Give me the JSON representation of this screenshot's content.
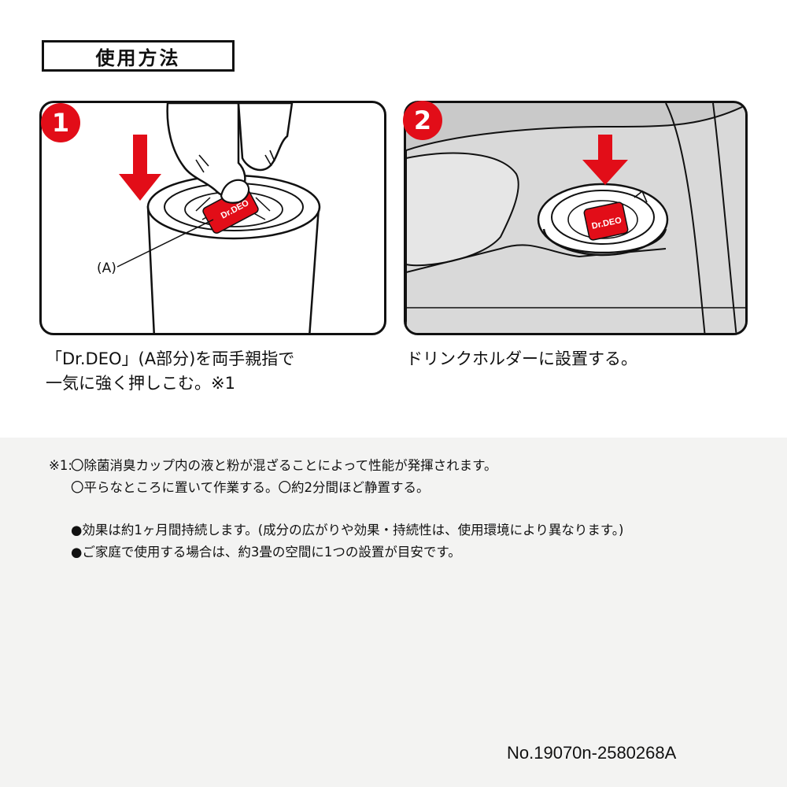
{
  "page": {
    "title": "使用方法",
    "steps": [
      {
        "number": "1",
        "caption_line1": "「Dr.DEO」(A部分)を両手親指で",
        "caption_line2": "一気に強く押しこむ。※1",
        "callout": "(A)",
        "product_label": "Dr.DEO"
      },
      {
        "number": "2",
        "caption_line1": "ドリンクホルダーに設置する。",
        "product_label": "Dr.DEO"
      }
    ],
    "notes": {
      "note1_prefix": "※1:",
      "note1_line1": "〇除菌消臭カップ内の液と粉が混ざることによって性能が発揮されます。",
      "note1_line2": "〇平らなところに置いて作業する。〇約2分間ほど静置する。",
      "bullet1": "●効果は約1ヶ月間持続します。(成分の広がりや効果・持続性は、使用環境により異なります。)",
      "bullet2": "●ご家庭で使用する場合は、約3畳の空間に1つの設置が目安です。"
    },
    "product_code": "No.19070n-2580268A"
  },
  "colors": {
    "accent_red": "#e20d18",
    "line": "#111111",
    "bottom_bg": "#f3f3f2",
    "console_gray": "#c9c9c9"
  }
}
